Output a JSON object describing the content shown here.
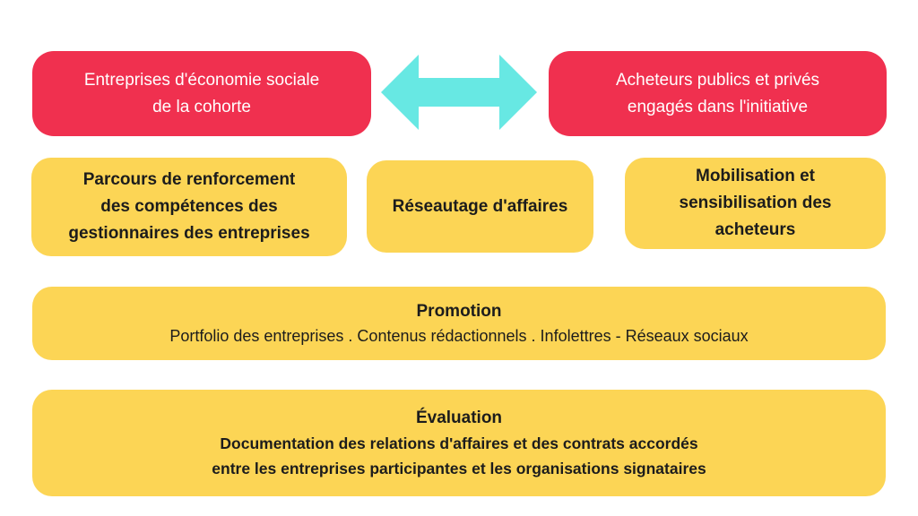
{
  "colors": {
    "red_box": "#f0304f",
    "yellow_box": "#fcd555",
    "arrow": "#67e8e3",
    "text_dark": "#1c1c1c",
    "text_light": "#ffffff"
  },
  "top_left": {
    "lines": [
      "Entreprises d'économie sociale",
      "de la cohorte"
    ]
  },
  "top_right": {
    "lines": [
      "Acheteurs publics et privés",
      "engagés dans l'initiative"
    ]
  },
  "arrow_icon": "double-headed-arrow-icon",
  "middle": {
    "parcours": [
      "Parcours de renforcement",
      "des compétences des",
      "gestionnaires des entreprises"
    ],
    "reseautage": [
      "Réseautage d'affaires"
    ],
    "mobilisation": [
      "Mobilisation et",
      "sensibilisation des",
      "acheteurs"
    ]
  },
  "promotion": {
    "title": "Promotion",
    "text": "Portfolio des entreprises . Contenus rédactionnels . Infolettres - Réseaux sociaux"
  },
  "evaluation": {
    "title": "Évaluation",
    "lines": [
      "Documentation des relations d'affaires et des contrats accordés",
      "entre les entreprises participantes et les organisations signataires"
    ]
  }
}
